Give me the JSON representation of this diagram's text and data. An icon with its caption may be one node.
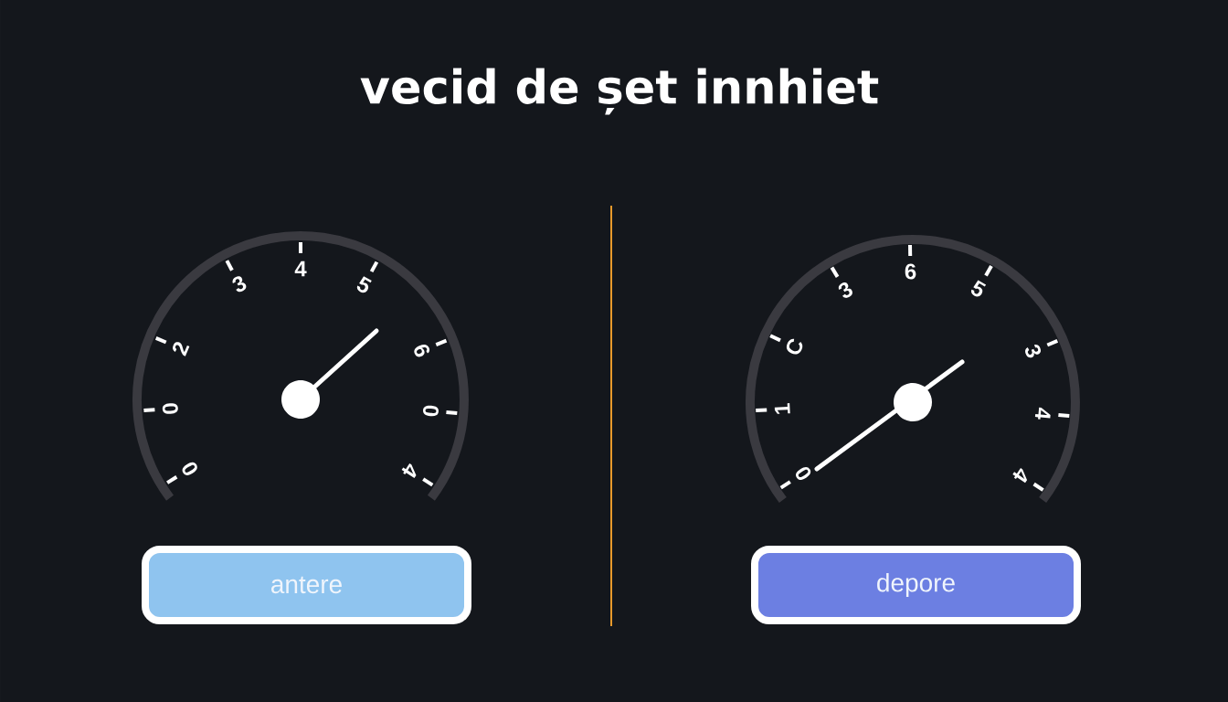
{
  "diagram": {
    "title": "vecid de șet innhiet",
    "nodes": [
      {
        "text": [
          "antere"
        ]
      },
      {
        "text": [
          "depore"
        ]
      }
    ],
    "labels": [
      "0",
      "0",
      "2",
      "3",
      "4",
      "5",
      "6",
      "0",
      "4",
      "0",
      "1",
      "C",
      "3",
      "6",
      "5",
      "3",
      "4",
      "4"
    ]
  }
}
